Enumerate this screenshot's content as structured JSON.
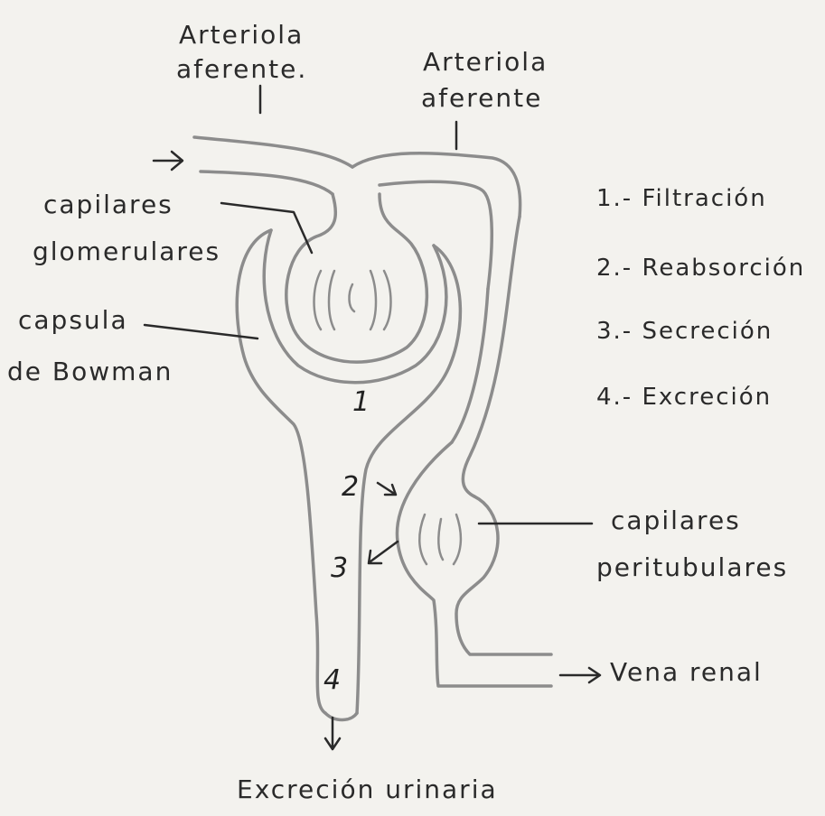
{
  "labels": {
    "arteriola_1": "Arteriola",
    "aferente_1": "aferente.",
    "arteriola_2": "Arteriola",
    "aferente_2": "aferente",
    "capilares_glom_1": "capilares",
    "capilares_glom_2": "glomerulares",
    "capsula_1": "capsula",
    "capsula_2": "de Bowman",
    "capilares_peri_1": "capilares",
    "capilares_peri_2": "peritubulares",
    "vena_renal": "Vena renal",
    "excrecion_urinaria": "Excreción urinaria"
  },
  "legend": [
    "1.- Filtración",
    "2.- Reabsorción",
    "3.- Secreción",
    "4.- Excreción"
  ],
  "numbers": [
    "1",
    "2",
    "3",
    "4"
  ],
  "colors": {
    "ink": "#2a2a2a",
    "paper": "#f3f2ee",
    "outline": "#8c8c8c"
  }
}
